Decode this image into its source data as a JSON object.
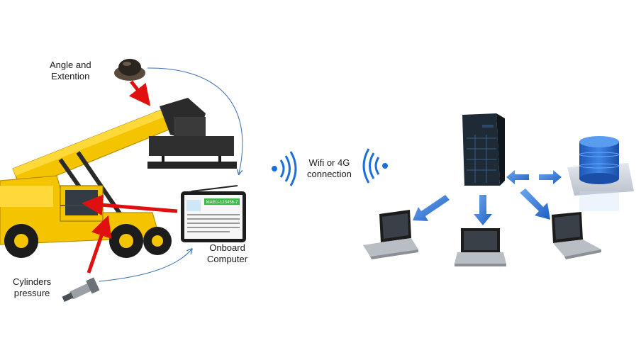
{
  "labels": {
    "angle_line1": "Angle and",
    "angle_line2": "Extention",
    "cyl_line1": "Cylinders",
    "cyl_line2": "pressure",
    "onboard_line1": "Onboard",
    "onboard_line2": "Computer",
    "wifi_line1": "Wifi or 4G",
    "wifi_line2": "connection"
  },
  "screen": {
    "header_text": "MAEU-123456-7"
  },
  "colors": {
    "arrow_red": "#e01010",
    "flow_blue": "#2e6fd0",
    "crane_yellow": "#f5c400",
    "wifi_blue": "#1b6fd9",
    "server_dark": "#1e2a36",
    "screen_green": "#3fb84a"
  }
}
